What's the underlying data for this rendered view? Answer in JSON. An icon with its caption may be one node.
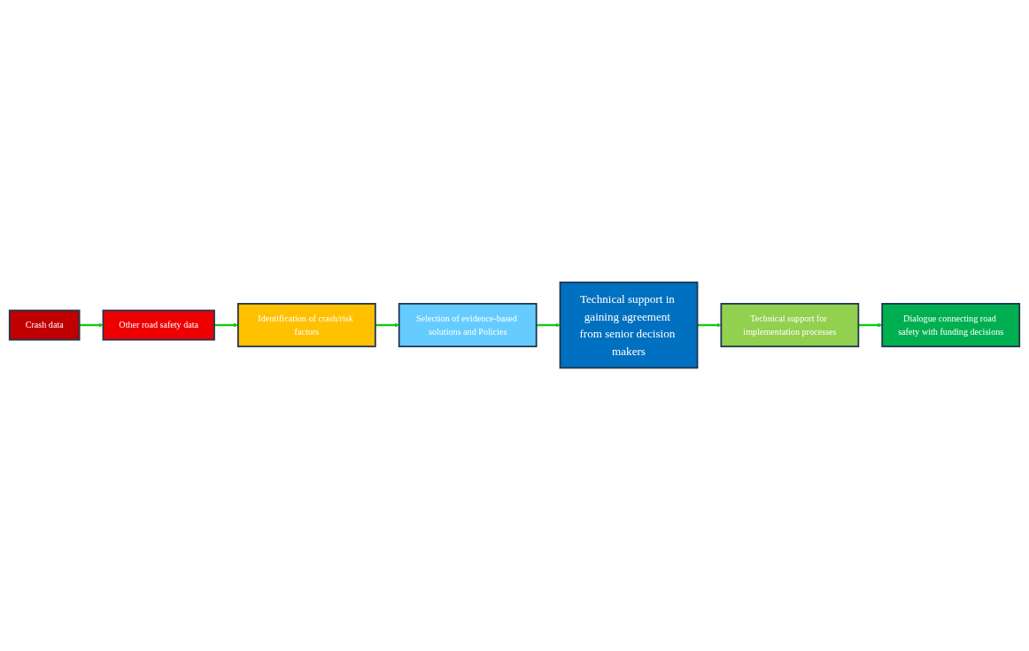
{
  "diagram": {
    "nodes": [
      {
        "text": [
          "Crash data"
        ]
      },
      {
        "text": [
          "Other road safety data"
        ]
      },
      {
        "text": [
          "Identification of crash/risk factors"
        ]
      },
      {
        "text": [
          "Selection of evidence-based solutions and Policies"
        ]
      },
      {
        "text": [
          "Technical support in gaining agreement from senior decision makers"
        ]
      },
      {
        "text": [
          "Technical support for implementation processes"
        ]
      },
      {
        "text": [
          "Dialogue connecting road safety with funding decisions"
        ]
      }
    ],
    "edges": [
      {
        "from": 0,
        "to": 1,
        "arrow": "to"
      },
      {
        "from": 1,
        "to": 2,
        "arrow": "to"
      },
      {
        "from": 2,
        "to": 3,
        "arrow": "to"
      },
      {
        "from": 3,
        "to": 4,
        "arrow": "to"
      },
      {
        "from": 4,
        "to": 5,
        "arrow": "to"
      },
      {
        "from": 5,
        "to": 6,
        "arrow": "to"
      }
    ]
  }
}
